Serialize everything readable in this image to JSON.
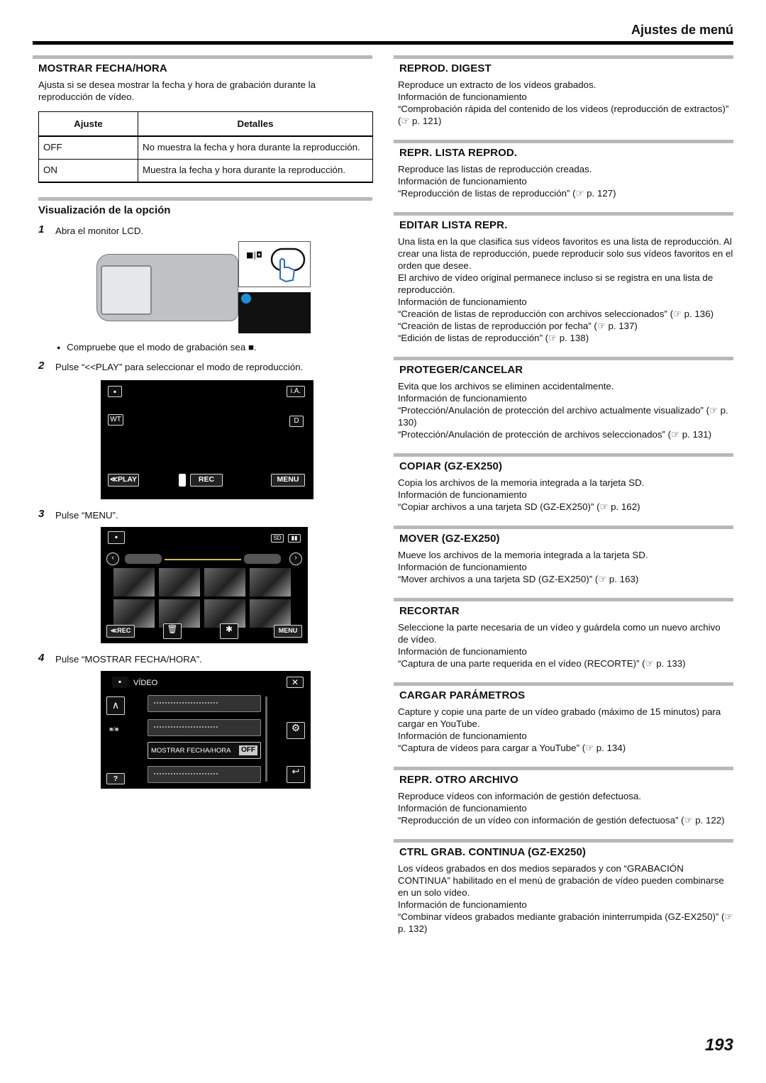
{
  "header": {
    "title": "Ajustes de menú"
  },
  "left": {
    "mostrar": {
      "title": "MOSTRAR FECHA/HORA",
      "intro": "Ajusta si se desea mostrar la fecha y hora de grabación durante la reproducción de vídeo.",
      "table": {
        "headers": [
          "Ajuste",
          "Detalles"
        ],
        "rows": [
          {
            "setting": "OFF",
            "details": "No muestra la fecha y hora durante la reproducción."
          },
          {
            "setting": "ON",
            "details": "Muestra la fecha y hora durante la reproducción."
          }
        ]
      }
    },
    "visualizacion": {
      "title": "Visualización de la opción",
      "steps": [
        {
          "num": "1",
          "text": "Abra el monitor LCD."
        },
        {
          "num": "2",
          "text": "Pulse “<<PLAY” para seleccionar el modo de reproducción."
        },
        {
          "num": "3",
          "text": "Pulse “MENU”."
        },
        {
          "num": "4",
          "text": "Pulse “MOSTRAR FECHA/HORA”."
        }
      ],
      "bullet": "Compruebe que el modo de grabación sea"
    },
    "screen1": {
      "play": "≪PLAY",
      "rec": "REC",
      "menu": "MENU",
      "ia": "i.A.",
      "wt": "WT",
      "d": "D"
    },
    "screen2": {
      "rec": "≪REC",
      "menu": "MENU",
      "sd": "SD"
    },
    "screen3": {
      "video": "VÍDEO",
      "item": "MOSTRAR FECHA/HORA",
      "off": "OFF",
      "help": "?"
    }
  },
  "right": {
    "sections": [
      {
        "title": "REPROD. DIGEST",
        "lines": [
          "Reproduce un extracto de los vídeos grabados.",
          "Información de funcionamiento",
          "“Comprobación rápida del contenido de los vídeos (reproducción de extractos)” (☞ p. 121)"
        ]
      },
      {
        "title": "REPR. LISTA REPROD.",
        "lines": [
          "Reproduce las listas de reproducción creadas.",
          "Información de funcionamiento",
          "“Reproducción de listas de reproducción” (☞ p. 127)"
        ]
      },
      {
        "title": "EDITAR LISTA REPR.",
        "lines": [
          "Una lista en la que clasifica sus vídeos favoritos es una lista de reproducción. Al crear una lista de reproducción, puede reproducir solo sus vídeos favoritos en el orden que desee.",
          "El archivo de vídeo original permanece incluso si se registra en una lista de reproducción.",
          "Información de funcionamiento",
          "“Creación de listas de reproducción con archivos seleccionados” (☞ p. 136)",
          "“Creación de listas de reproducción por fecha” (☞ p. 137)",
          "“Edición de listas de reproducción” (☞ p. 138)"
        ]
      },
      {
        "title": "PROTEGER/CANCELAR",
        "lines": [
          "Evita que los archivos se eliminen accidentalmente.",
          "Información de funcionamiento",
          "“Protección/Anulación de protección del archivo actualmente visualizado” (☞ p. 130)",
          "“Protección/Anulación de protección de archivos seleccionados” (☞ p. 131)"
        ]
      },
      {
        "title": "COPIAR (GZ-EX250)",
        "lines": [
          "Copia los archivos de la memoria integrada a la tarjeta SD.",
          "Información de funcionamiento",
          "“Copiar archivos a una tarjeta SD (GZ-EX250)” (☞ p. 162)"
        ]
      },
      {
        "title": "MOVER (GZ-EX250)",
        "lines": [
          "Mueve los archivos de la memoria integrada a la tarjeta SD.",
          "Información de funcionamiento",
          "“Mover archivos a una tarjeta SD (GZ-EX250)” (☞ p. 163)"
        ]
      },
      {
        "title": "RECORTAR",
        "lines": [
          "Seleccione la parte necesaria de un vídeo y guárdela como un nuevo archivo de vídeo.",
          "Información de funcionamiento",
          "“Captura de una parte requerida en el vídeo (RECORTE)” (☞ p. 133)"
        ]
      },
      {
        "title": "CARGAR PARÁMETROS",
        "lines": [
          "Capture y copie una parte de un vídeo grabado (máximo de 15 minutos) para cargar en YouTube.",
          "Información de funcionamiento",
          "“Captura de vídeos para cargar a YouTube” (☞ p. 134)"
        ]
      },
      {
        "title": "REPR. OTRO ARCHIVO",
        "lines": [
          "Reproduce vídeos con información de gestión defectuosa.",
          "Información de funcionamiento",
          "“Reproducción de un vídeo con información de gestión defectuosa” (☞ p. 122)"
        ]
      },
      {
        "title": "CTRL GRAB. CONTINUA (GZ-EX250)",
        "lines": [
          "Los vídeos grabados en dos medios separados y con “GRABACIÓN CONTINUA” habilitado en el menú de grabación de vídeo pueden combinarse en un solo vídeo.",
          "Información de funcionamiento",
          "“Combinar vídeos grabados mediante grabación ininterrumpida (GZ-EX250)” (☞ p. 132)"
        ]
      }
    ]
  },
  "page_number": "193"
}
